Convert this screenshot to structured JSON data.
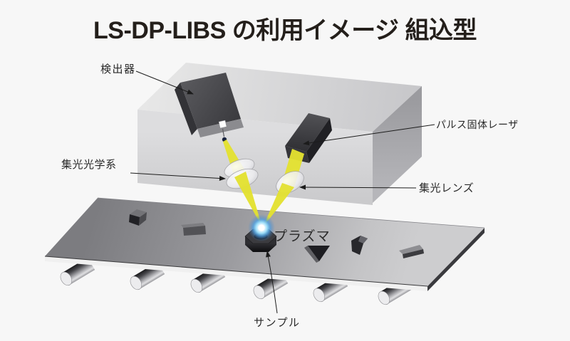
{
  "title": "LS-DP-LIBS の利用イメージ 組込型",
  "colors": {
    "background": "#f7f7f7",
    "beam": "#e3e130",
    "plasma_core": "#ffffff",
    "plasma_glow": "#54b0e6",
    "title_text": "#241f1b",
    "label_text": "#2a2a2a"
  },
  "labels": {
    "detector": "検出器",
    "pulse_laser": "パルス固体レーザ",
    "collection_optics": "集光光学系",
    "focusing_lens": "集光レンズ",
    "plasma": "プラズマ",
    "sample": "サンプル"
  }
}
